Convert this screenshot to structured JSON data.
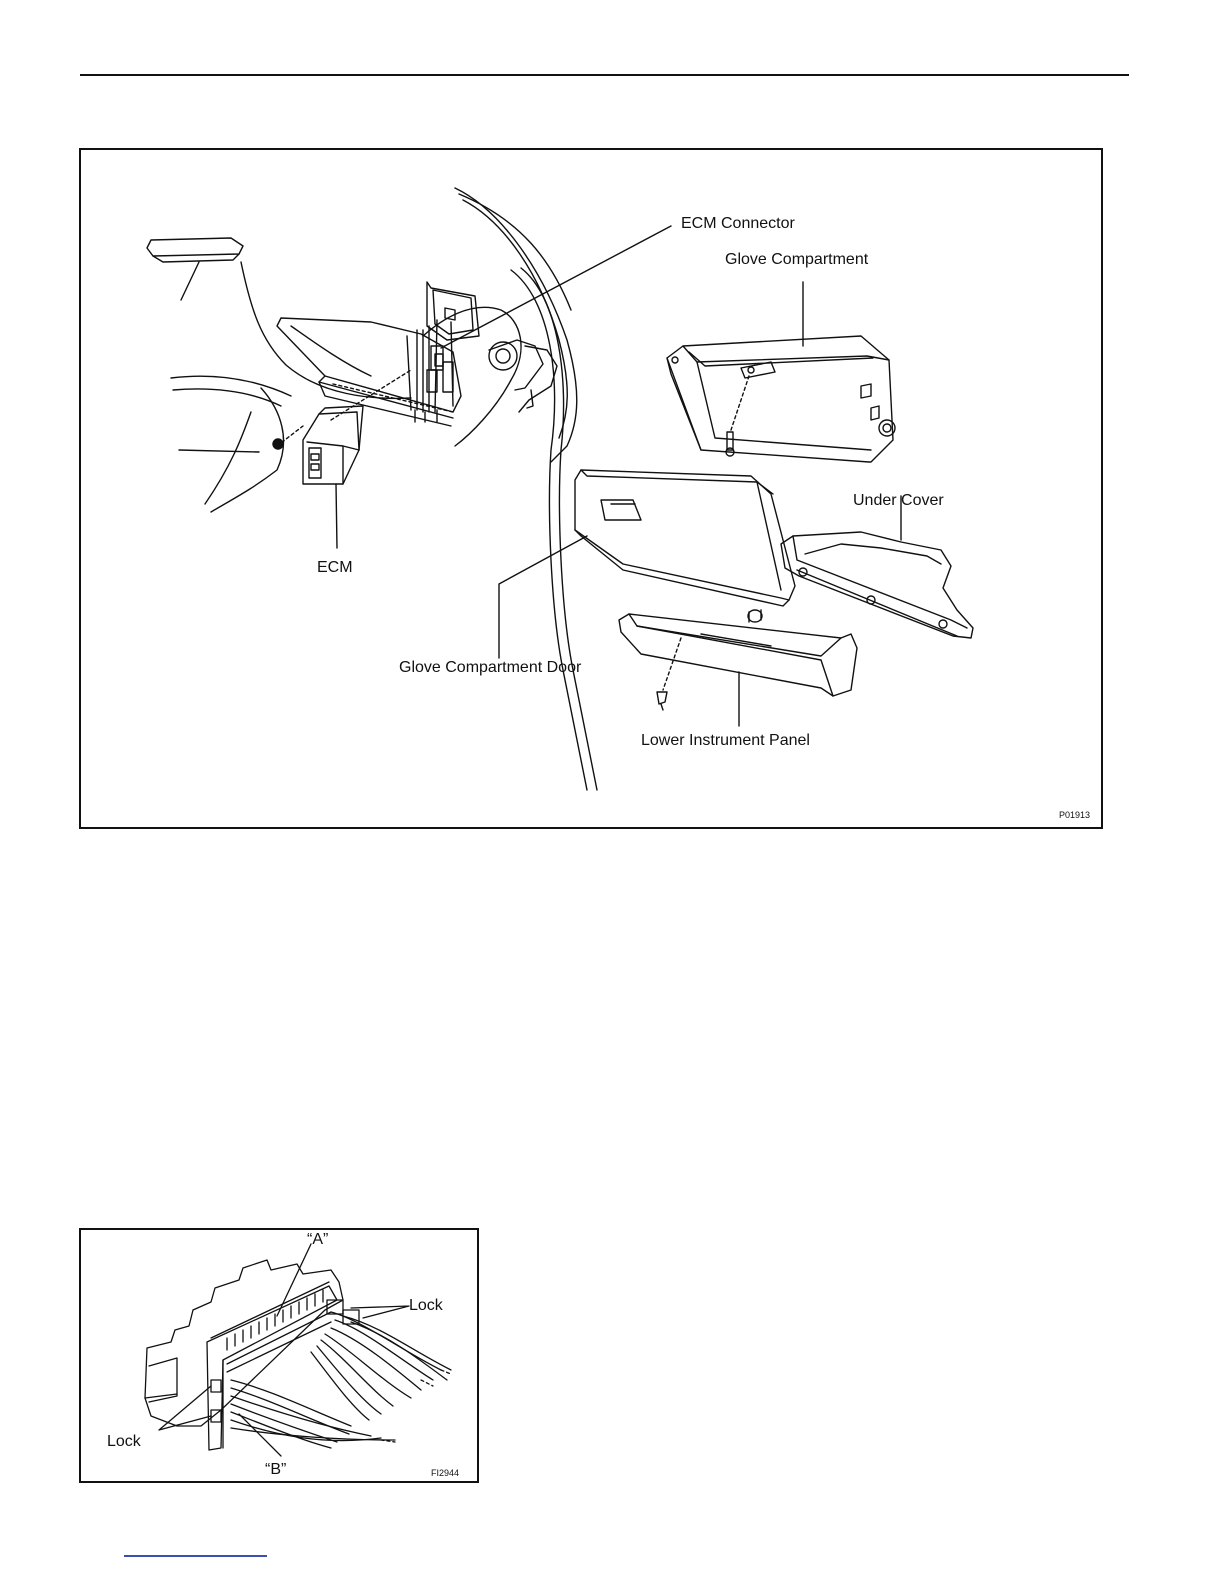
{
  "figure1": {
    "labels": {
      "ecm_connector": "ECM Connector",
      "glove_compartment": "Glove Compartment",
      "under_cover": "Under Cover",
      "ecm": "ECM",
      "glove_compartment_door": "Glove Compartment Door",
      "lower_instrument_panel": "Lower Instrument Panel"
    },
    "code": "P01913"
  },
  "figure2": {
    "labels": {
      "a": "“A”",
      "b": "“B”",
      "lock_top": "Lock",
      "lock_left": "Lock"
    },
    "code": "FI2944"
  }
}
